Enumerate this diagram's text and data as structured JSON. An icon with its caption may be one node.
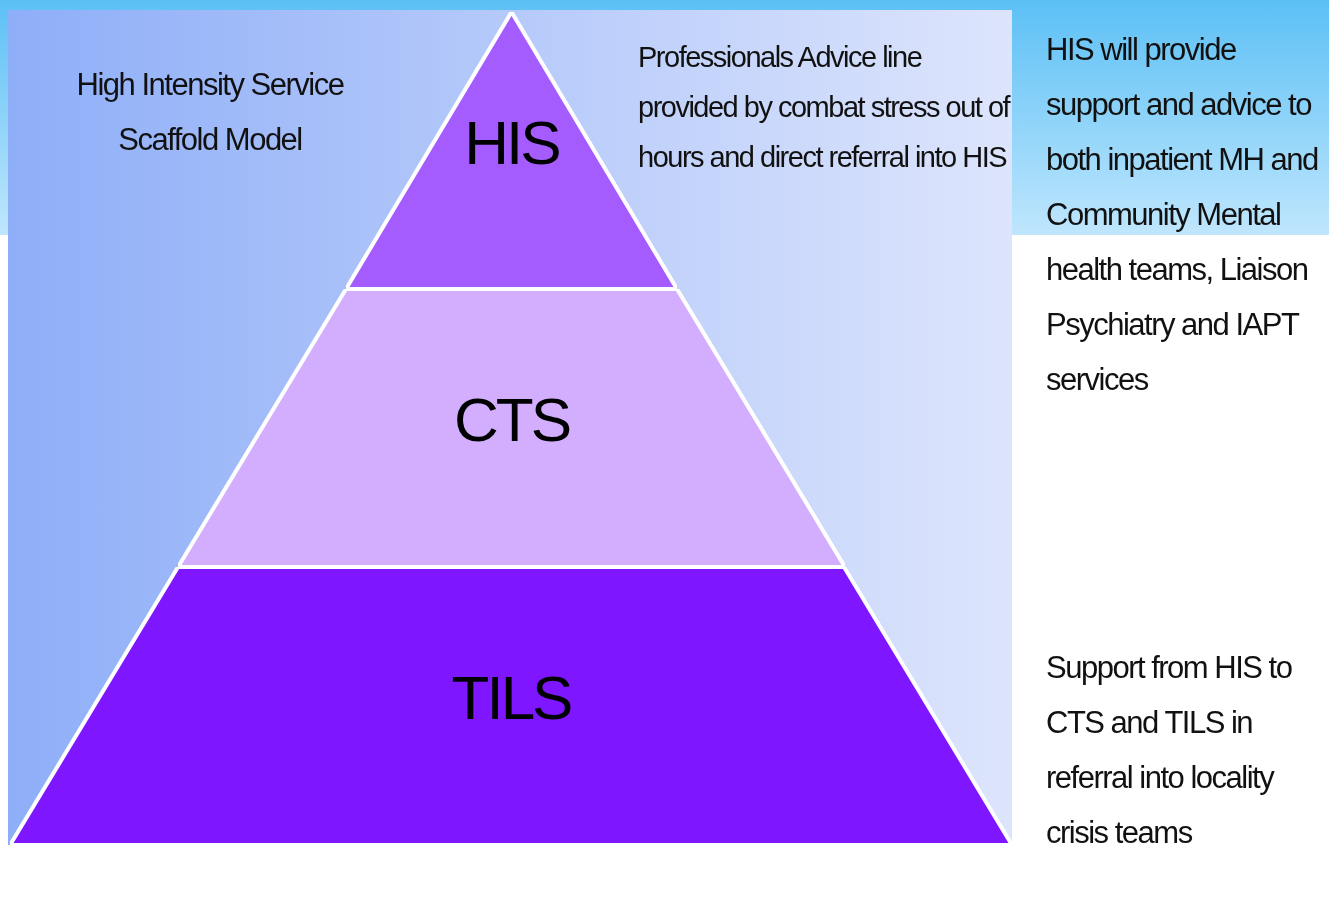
{
  "diagram": {
    "title": "High Intensity Service Scaffold Model",
    "nodes": [
      {
        "text": [
          "HIS"
        ]
      },
      {
        "text": [
          "CTS"
        ]
      },
      {
        "text": [
          "TILS"
        ]
      }
    ],
    "labels": [
      "Professionals Advice line provided by combat stress out of hours and direct referral into HIS",
      "HIS will provide support and advice to both inpatient MH and Community Mental health teams, Liaison Psychiatry and IAPT services",
      "Support from HIS to CTS and TILS in referral into locality crisis teams"
    ]
  }
}
